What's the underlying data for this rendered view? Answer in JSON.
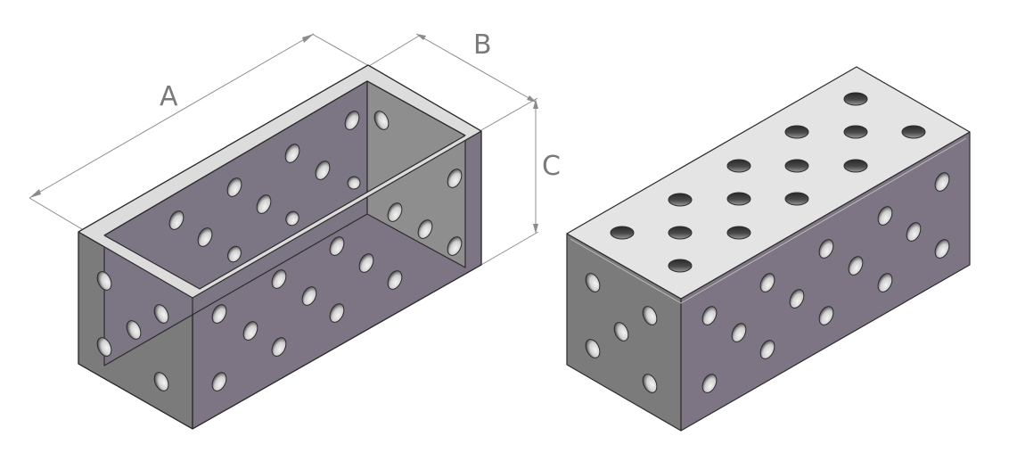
{
  "figure": {
    "dimension_labels": {
      "length": "A",
      "width": "B",
      "height": "C"
    },
    "colors": {
      "background": "#ffffff",
      "dimension_line": "#8c8c8c",
      "dimension_text": "#7a7a7a",
      "face_side": "#7d7583",
      "face_end": "#7b7b7b",
      "face_top": "#e4e4e4",
      "rim": "#dcdcdc",
      "inner_wall": "#8e8e8e",
      "edge": "#2c2c2c",
      "hole_dark": "#2e2e2e",
      "hole_light": "#f2f2f2"
    },
    "objects": [
      {
        "name": "open-box",
        "description_hidden": true
      },
      {
        "name": "closed-block",
        "description_hidden": true
      }
    ]
  }
}
